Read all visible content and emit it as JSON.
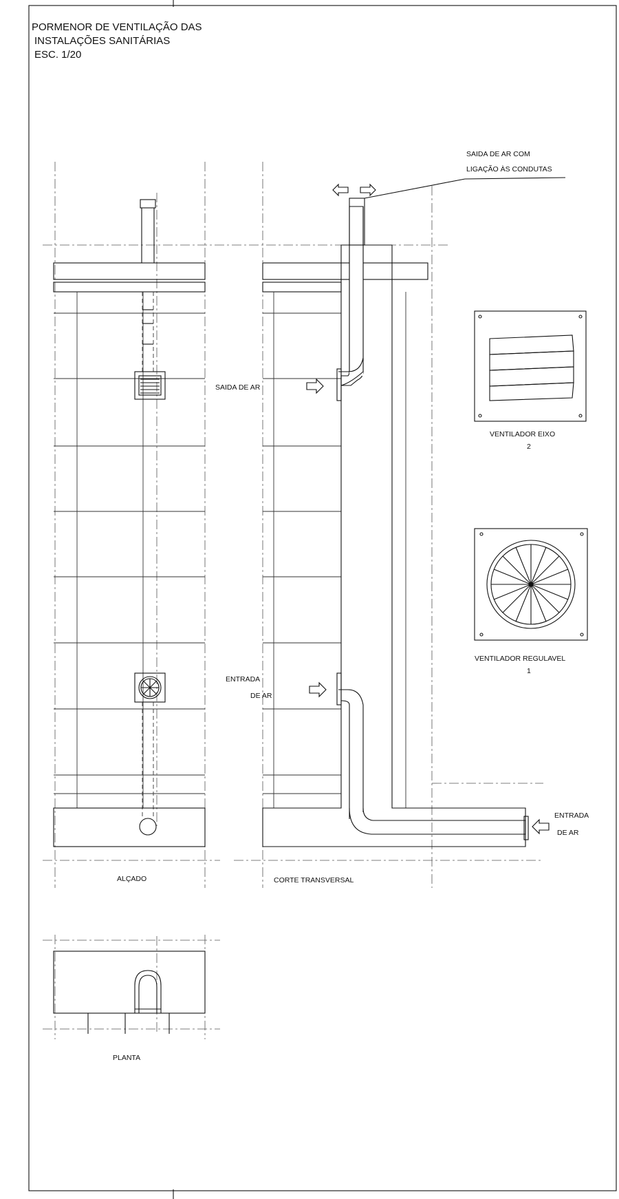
{
  "title": {
    "line1": "PORMENOR DE VENTILAÇÃO DAS",
    "line2": "INSTALAÇÕES SANITÁRIAS",
    "line3": "ESC.   1/20"
  },
  "labels": {
    "saida_com_1": "SAIDA DE AR COM",
    "saida_com_2": "LIGAÇÃO ÀS CONDUTAS",
    "saida_ar": "SAIDA DE AR",
    "entrada_left_1": "ENTRADA",
    "entrada_left_2": "DE AR",
    "entrada_right_1": "ENTRADA",
    "entrada_right_2": "DE AR",
    "ventilador_eixo_1": "VENTILADOR EIXO",
    "ventilador_eixo_2": "2",
    "ventilador_reg_1": "VENTILADOR REGULAVEL",
    "ventilador_reg_2": "1",
    "alcado": "ALÇADO",
    "corte": "CORTE TRANSVERSAL",
    "planta": "PLANTA"
  }
}
